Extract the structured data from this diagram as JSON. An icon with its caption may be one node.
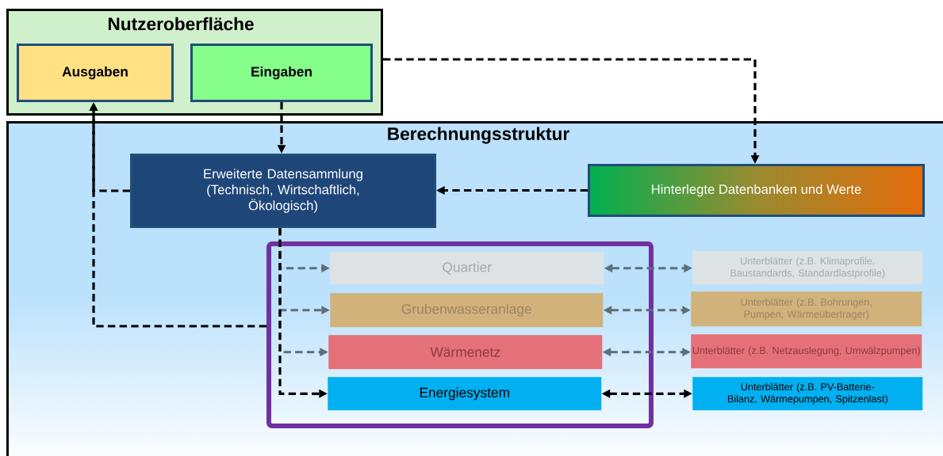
{
  "diagram": {
    "nodes": [
      {
        "text": [
          "Nutzeroberfläche"
        ]
      },
      {
        "text": [
          "Ausgaben"
        ],
        "in": 0
      },
      {
        "text": [
          "Eingaben"
        ],
        "in": 0
      },
      {
        "text": [
          "Berechnungsstruktur"
        ]
      },
      {
        "text": [
          "Erweiterte Datensammlung (Technisch, Wirtschaftlich, Ökologisch)"
        ],
        "in": 3
      },
      {
        "text": [
          "Hinterlegte Datenbanken und Werte"
        ],
        "in": 3
      },
      {
        "text": [],
        "shape": "box",
        "in": 3
      },
      {
        "text": [
          "Quartier"
        ],
        "in": 6
      },
      {
        "text": [
          "Grubenwasseranlage"
        ],
        "in": 6
      },
      {
        "text": [
          "Wärmenetz"
        ],
        "in": 6
      },
      {
        "text": [
          "Energiesystem"
        ],
        "in": 6
      },
      {
        "text": [
          "Unterblätter (z.B. Klimaprofile, Baustandards, Standardlastprofile)"
        ],
        "in": 3
      },
      {
        "text": [
          "Unterblätter (z.B. Bohrungen, Pumpen, Wärmeübertrager)"
        ],
        "in": 3
      },
      {
        "text": [
          "Unterblätter (z.B. Netzauslegung, Umwälzpumpen)"
        ],
        "in": 3
      },
      {
        "text": [
          "Unterblätter (z.B. PV-Batterie-Bilanz, Wärmepumpen, Spitzenlast)"
        ],
        "in": 3
      }
    ],
    "edges": [
      {
        "from": 2,
        "to": 4,
        "arrow": "to",
        "style": "dashed",
        "color": "#000000"
      },
      {
        "from": 0,
        "to": 5,
        "arrow": "to",
        "style": "dashed",
        "color": "#000000"
      },
      {
        "from": 5,
        "to": 4,
        "arrow": "to",
        "style": "dashed",
        "color": "#000000"
      },
      {
        "from": 4,
        "to": 1,
        "arrow": "to",
        "style": "dashed",
        "color": "#000000"
      },
      {
        "from": 6,
        "to": 1,
        "arrow": "to",
        "style": "dashed",
        "color": "#000000"
      },
      {
        "from": 4,
        "to": 7,
        "arrow": "to",
        "style": "dashed",
        "color": "#5f6e78"
      },
      {
        "from": 4,
        "to": 8,
        "arrow": "to",
        "style": "dashed",
        "color": "#5f6e78"
      },
      {
        "from": 4,
        "to": 9,
        "arrow": "to",
        "style": "dashed",
        "color": "#5f6e78"
      },
      {
        "from": 4,
        "to": 10,
        "arrow": "to",
        "style": "dashed",
        "color": "#000000"
      },
      {
        "from": 7,
        "to": 11,
        "arrow": "both",
        "style": "dashed",
        "color": "#5f6e78"
      },
      {
        "from": 8,
        "to": 12,
        "arrow": "both",
        "style": "dashed",
        "color": "#5f6e78"
      },
      {
        "from": 9,
        "to": 13,
        "arrow": "both",
        "style": "dashed",
        "color": "#5f6e78"
      },
      {
        "from": 10,
        "to": 14,
        "arrow": "both",
        "style": "dashed",
        "color": "#000000"
      }
    ]
  }
}
